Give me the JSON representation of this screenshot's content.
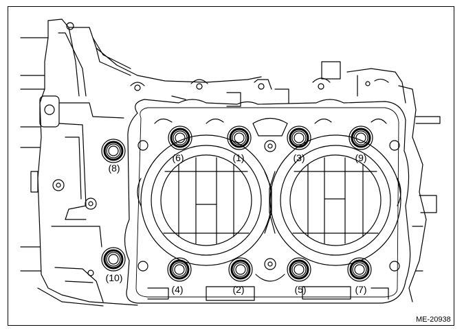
{
  "figure": {
    "reference_code": "ME-20938"
  },
  "bolts": [
    {
      "id": "bolt-1",
      "label": "(1)"
    },
    {
      "id": "bolt-2",
      "label": "(2)"
    },
    {
      "id": "bolt-3",
      "label": "(3)"
    },
    {
      "id": "bolt-4",
      "label": "(4)"
    },
    {
      "id": "bolt-5",
      "label": "(5)"
    },
    {
      "id": "bolt-6",
      "label": "(6)"
    },
    {
      "id": "bolt-7",
      "label": "(7)"
    },
    {
      "id": "bolt-8",
      "label": "(8)"
    },
    {
      "id": "bolt-9",
      "label": "(9)"
    },
    {
      "id": "bolt-10",
      "label": "(10)"
    }
  ],
  "colors": {
    "line": "#000000",
    "background": "#ffffff"
  }
}
